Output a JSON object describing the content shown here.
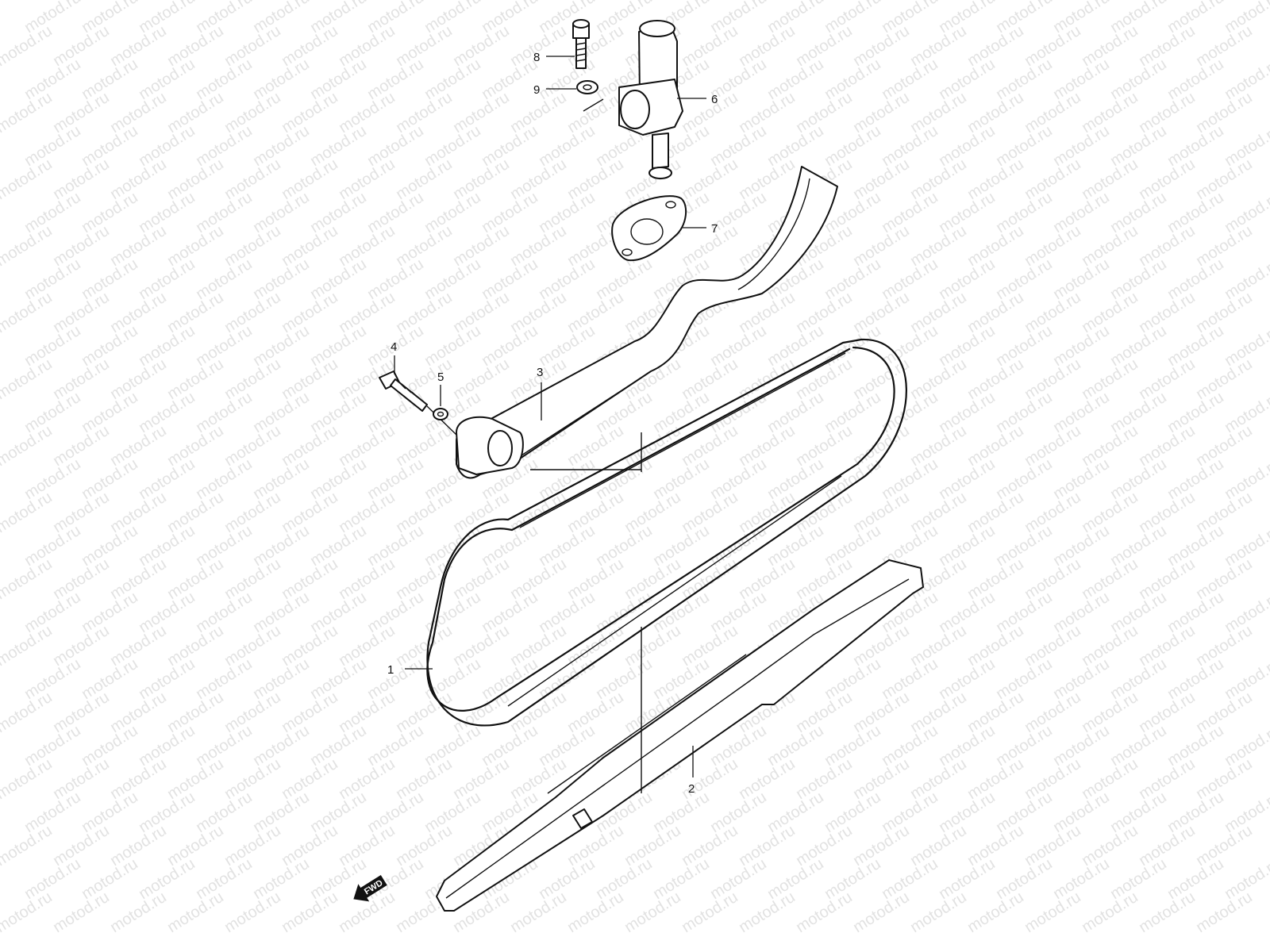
{
  "watermark": {
    "text": "motod.ru"
  },
  "callouts": [
    {
      "id": "1",
      "label": "1"
    },
    {
      "id": "2",
      "label": "2"
    },
    {
      "id": "3",
      "label": "3"
    },
    {
      "id": "4",
      "label": "4"
    },
    {
      "id": "5",
      "label": "5"
    },
    {
      "id": "6",
      "label": "6"
    },
    {
      "id": "7",
      "label": "7"
    },
    {
      "id": "8",
      "label": "8"
    },
    {
      "id": "9",
      "label": "9"
    }
  ],
  "direction_marker": {
    "label": "FWD"
  },
  "colors": {
    "line": "#111111",
    "background": "#ffffff",
    "watermark": "#e2e2e2"
  }
}
